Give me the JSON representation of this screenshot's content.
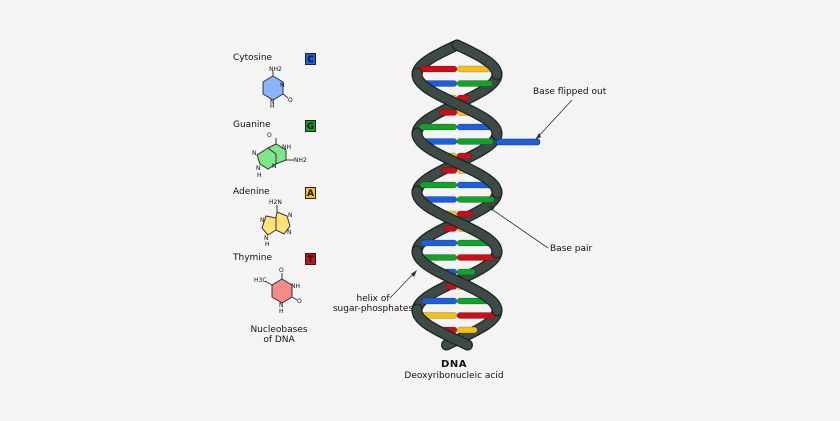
{
  "colors": {
    "background": "#f4f4f4",
    "backbone": "#3d4a45",
    "backbone_edge": "#1e2522",
    "cytosine": "#1e5fd8",
    "guanine": "#14a02a",
    "adenine": "#f2c01c",
    "thymine": "#c8101a",
    "cytosine_fill": "#8ab4f8",
    "guanine_fill": "#7ee68a",
    "adenine_fill": "#ffe27a",
    "thymine_fill": "#f48a8a"
  },
  "nucleobases": [
    {
      "name": "Cytosine",
      "letter": "C",
      "color": "#1e5fd8",
      "labels": [
        "NH2",
        "N",
        "N",
        "O",
        "H"
      ]
    },
    {
      "name": "Guanine",
      "letter": "G",
      "color": "#14a02a",
      "labels": [
        "O",
        "NH",
        "N",
        "NH2",
        "N",
        "N",
        "H"
      ]
    },
    {
      "name": "Adenine",
      "letter": "A",
      "color": "#f2c01c",
      "labels": [
        "H2N",
        "N",
        "N",
        "N",
        "N",
        "H"
      ]
    },
    {
      "name": "Thymine",
      "letter": "T",
      "color": "#c8101a",
      "labels": [
        "H3C",
        "O",
        "NH",
        "N",
        "O",
        "H"
      ]
    }
  ],
  "nucleobases_caption": [
    "Nucleobases",
    "of DNA"
  ],
  "annotations": {
    "base_flipped_out": "Base flipped out",
    "base_pair": "Base pair",
    "helix_line1": "helix of",
    "helix_line2": "sugar-phosphates"
  },
  "title": "DNA",
  "subtitle": "Deoxyribonucleic acid"
}
